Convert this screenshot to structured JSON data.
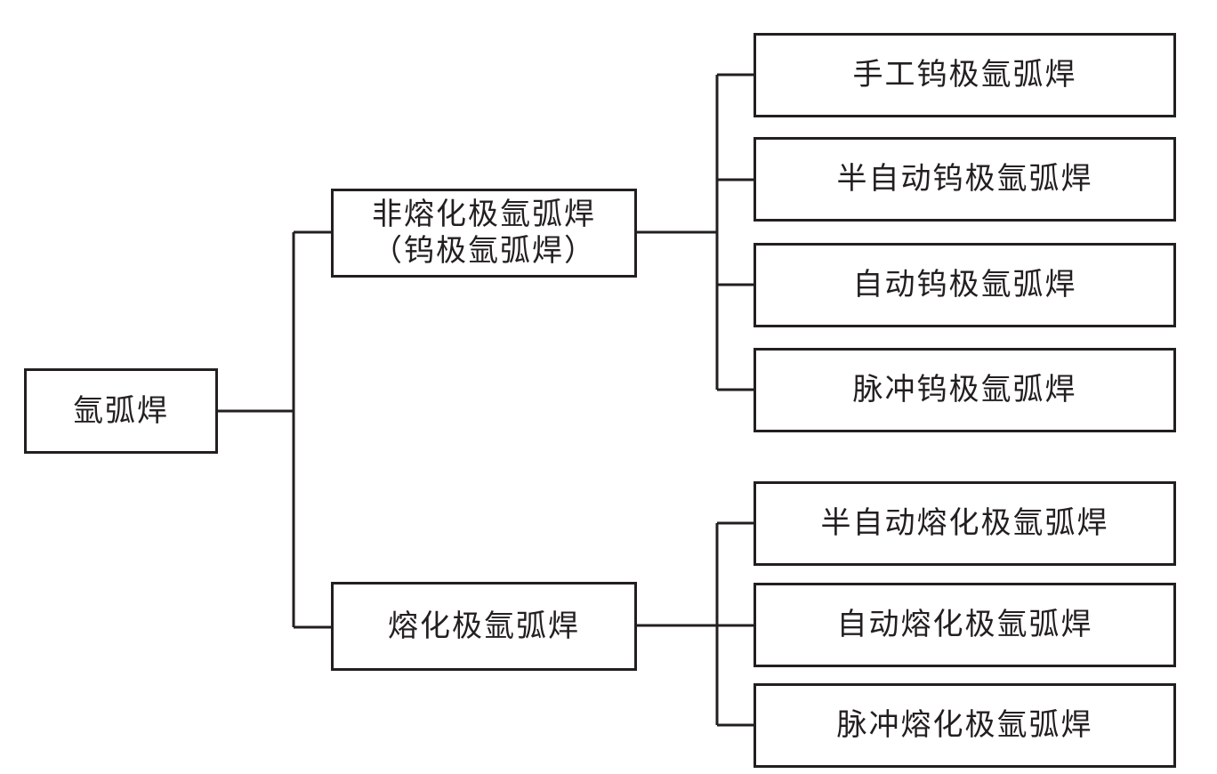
{
  "root": {
    "label": "氩弧焊"
  },
  "branches": [
    {
      "label_line1": "非熔化极氩弧焊",
      "label_line2": "（钨极氩弧焊）",
      "children": [
        "手工钨极氩弧焊",
        "半自动钨极氩弧焊",
        "自动钨极氩弧焊",
        "脉冲钨极氩弧焊"
      ]
    },
    {
      "label_line1": "熔化极氩弧焊",
      "children": [
        "半自动熔化极氩弧焊",
        "自动熔化极氩弧焊",
        "脉冲熔化极氩弧焊"
      ]
    }
  ],
  "colors": {
    "line": "#231f20",
    "box_fill": "#ffffff"
  }
}
